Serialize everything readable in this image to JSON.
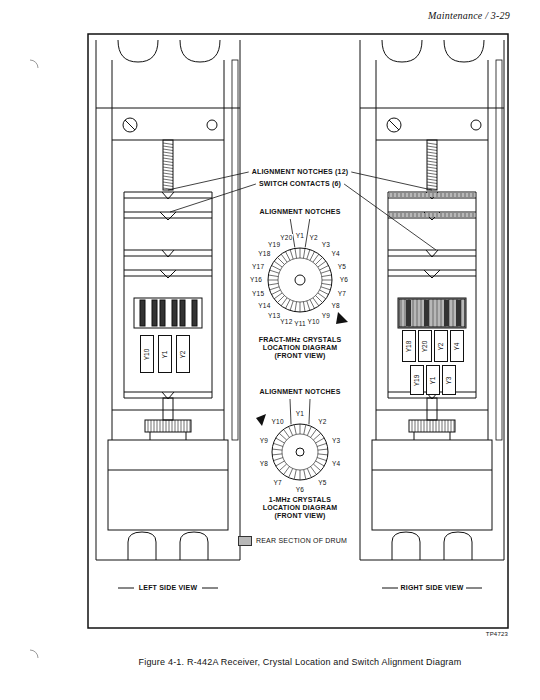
{
  "diagram": {
    "caption": "Figure 4-1. R-442A Receiver, Crystal Location and Switch Alignment Diagram",
    "nodes": [
      {
        "text": [
          "Y10"
        ]
      },
      {
        "text": [
          "Y1"
        ]
      },
      {
        "text": [
          "Y2"
        ]
      },
      {
        "text": [
          "Y18"
        ]
      },
      {
        "text": [
          "Y20"
        ]
      },
      {
        "text": [
          "Y2"
        ]
      },
      {
        "text": [
          "Y4"
        ]
      },
      {
        "text": [
          "Y19"
        ]
      },
      {
        "text": [
          "Y1"
        ]
      },
      {
        "text": [
          "Y3"
        ]
      }
    ],
    "labels": [
      "Maintenance / 3-29",
      "ALIGNMENT NOTCHES (12)",
      "SWITCH CONTACTS (6)",
      "ALIGNMENT NOTCHES",
      "Y1",
      "Y2",
      "Y3",
      "Y4",
      "Y5",
      "Y6",
      "Y7",
      "Y8",
      "Y9",
      "Y10",
      "Y11",
      "Y12",
      "Y13",
      "Y14",
      "Y15",
      "Y16",
      "Y17",
      "Y18",
      "Y19",
      "Y20",
      "FRACT-MHz CRYSTALS LOCATION DIAGRAM (FRONT VIEW)",
      "ALIGNMENT NOTCHES",
      "Y1",
      "Y2",
      "Y3",
      "Y4",
      "Y5",
      "Y6",
      "Y7",
      "Y8",
      "Y9",
      "Y10",
      "1-MHz CRYSTALS LOCATION DIAGRAM (FRONT VIEW)",
      "LEFT SIDE VIEW",
      "RIGHT SIDE VIEW",
      "TP4723"
    ],
    "legend": [
      {
        "text": "REAR SECTION OF DRUM",
        "color": "#b8b8b8"
      }
    ]
  }
}
